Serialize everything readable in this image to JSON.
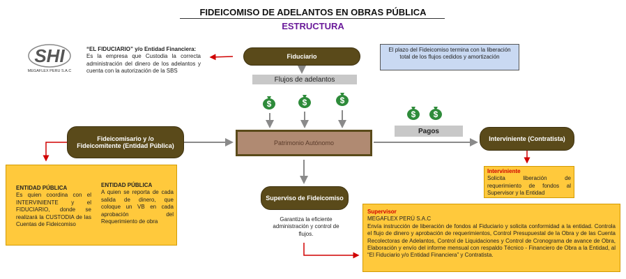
{
  "title": "FIDEICOMISO DE ADELANTOS EN OBRAS PÚBLICA",
  "subtitle": "ESTRUCTURA",
  "logo": {
    "text": "SHI",
    "caption": "MEGAFLEX PERU S.A.C"
  },
  "fiduciario_note": {
    "heading": "“EL FIDUCIARIO” y/o Entidad Financiera:",
    "body": "Es la empresa que Custodia la correcta administración del dinero de los adelantos y cuenta con la autorización de la SBS"
  },
  "nodes": {
    "fiduciario": "Fiduciario",
    "flujos": "Flujos de adelantos",
    "patrimonio": "Patrimonio Autónomo",
    "fideicomisario": "Fideicomisario y /o Fideicomitente (Entidad Pública)",
    "pagos": "Pagos",
    "interviniente": "Interviniente (Contratista)",
    "supervisor_fideicomiso": "Superviso de Fideicomiso"
  },
  "plazo_box": "El plazo del Fideicomiso termina con la liberación total de los flujos cedidos y amortización",
  "entidad_left": {
    "heading": "ENTIDAD PÚBLICA",
    "body": "Es quien coordina con el INTERVINIENTE y el FIDUCIARIO, donde se realizará la CUSTODIA de las Cuentas de Fideicomiso"
  },
  "entidad_right": {
    "heading": "ENTIDAD PÚBLICA",
    "body": "A quien se reporta de cada salida de dinero, que coloque un VB en cada aprobación del Requerimiento de obra"
  },
  "interviniente_note": {
    "heading": "Interviniente",
    "body": "Solicita liberación de requerimiento de fondos al Supervisor y la Entidad"
  },
  "garantiza": "Garantiza la eficiente administración y control de flujos.",
  "supervisor_note": {
    "heading": "Supervisor",
    "company": "MEGAFLEX PERÚ S.A.C",
    "body": "Envía instrucción de liberación de fondos al Fiduciario y solicita conformidad a la entidad. Controla el flujo de dinero y aprobación de requerimientos, Control Presupuestal de la Obra y de las Cuenta Recolectoras de Adelantos, Control de Liquidaciones y Control de Cronograma de avance de Obra, Elaboración y envío del informe mensual con respaldo Técnico - Financiero de Obra a la Entidad, al “El Fiduciario y/o Entidad Financiera” y Contratista."
  },
  "money_symbol": "$",
  "colors": {
    "pill": "#5a4a1a",
    "patrimonio": "#b08a72",
    "yellow": "#ffc93c",
    "blue": "#c9d9f2",
    "arrow_red": "#d00000",
    "arrow_grey": "#8a8a8a",
    "money_green": "#2e8b3a",
    "subtitle": "#6a1b9a"
  }
}
